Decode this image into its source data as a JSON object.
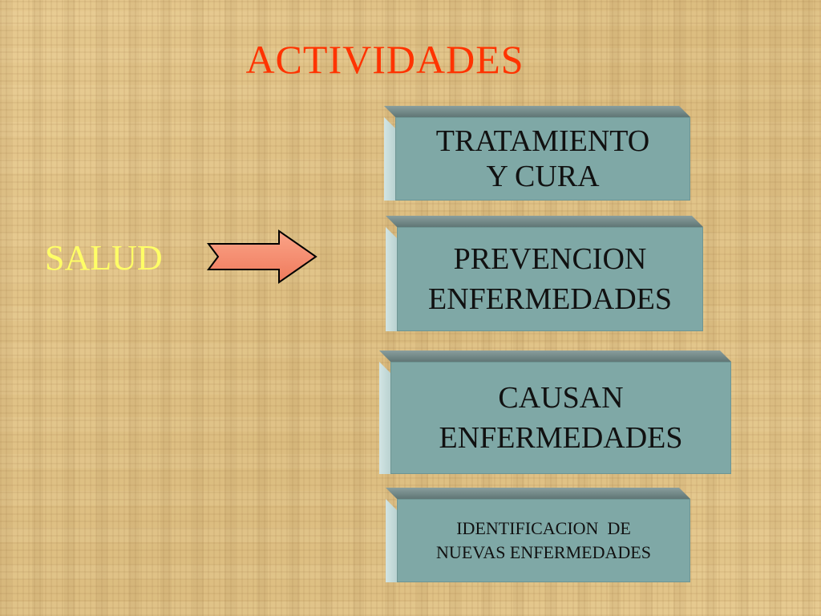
{
  "title": "ACTIVIDADES",
  "left_label": "SALUD",
  "boxes": [
    {
      "line1": "TRATAMIENTO",
      "line2": "Y CURA"
    },
    {
      "line1": "PREVENCION",
      "line2": "ENFERMEDADES"
    },
    {
      "line1": "CAUSAN",
      "line2": "ENFERMEDADES"
    },
    {
      "line1": "IDENTIFICACION  DE",
      "line2": "NUEVAS ENFERMEDADES"
    }
  ],
  "colors": {
    "title": "#ff3300",
    "left_label": "#ffff66",
    "arrow_fill": "#f98a6c",
    "box_face": "#7fa8a6",
    "background": "#e2c58a"
  },
  "icons": {
    "arrow": "right-arrow-icon"
  }
}
